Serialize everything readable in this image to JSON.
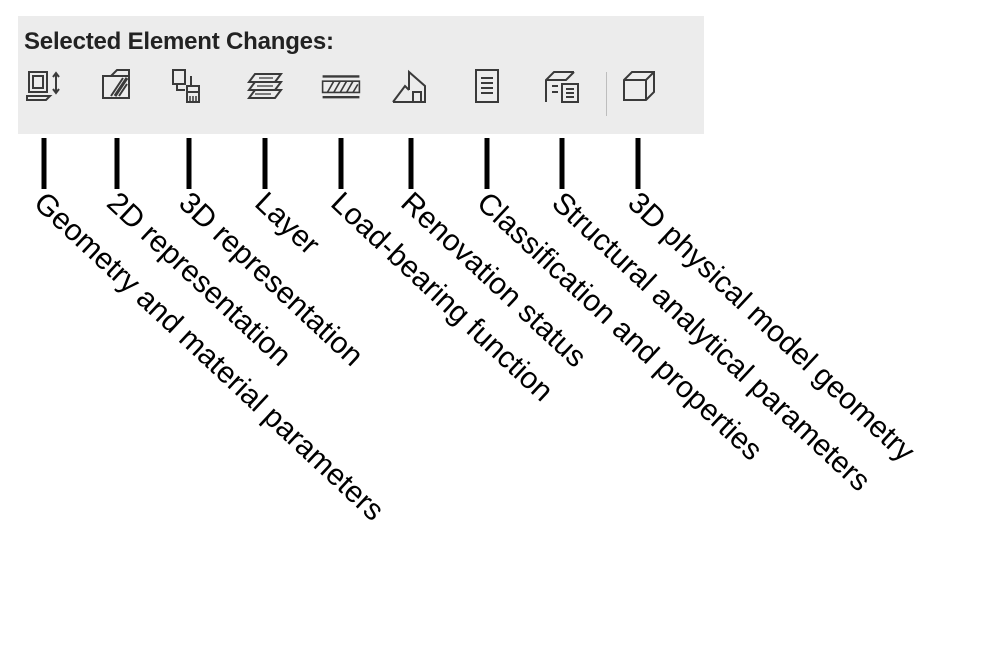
{
  "panel": {
    "title": "Selected Element Changes:"
  },
  "toolbar": {
    "buttons": [
      {
        "id": "geometry",
        "icon": "geometry-material-icon",
        "label": "Geometry and material parameters"
      },
      {
        "id": "representation-2d",
        "icon": "2d-representation-icon",
        "label": "2D representation"
      },
      {
        "id": "representation-3d",
        "icon": "3d-representation-icon",
        "label": "3D representation"
      },
      {
        "id": "layer",
        "icon": "layer-icon",
        "label": "Layer"
      },
      {
        "id": "load-bearing",
        "icon": "load-bearing-icon",
        "label": "Load-bearing function"
      },
      {
        "id": "renovation",
        "icon": "renovation-status-icon",
        "label": "Renovation status"
      },
      {
        "id": "classification",
        "icon": "classification-icon",
        "label": "Classification and properties"
      },
      {
        "id": "structural",
        "icon": "structural-analytical-icon",
        "label": "Structural analytical parameters"
      },
      {
        "id": "physical-3d",
        "icon": "3d-physical-model-icon",
        "label": "3D physical model geometry"
      }
    ]
  },
  "colors": {
    "panel_bg": "#ececec",
    "icon_stroke": "#3a3a3a",
    "callout": "#000000"
  }
}
